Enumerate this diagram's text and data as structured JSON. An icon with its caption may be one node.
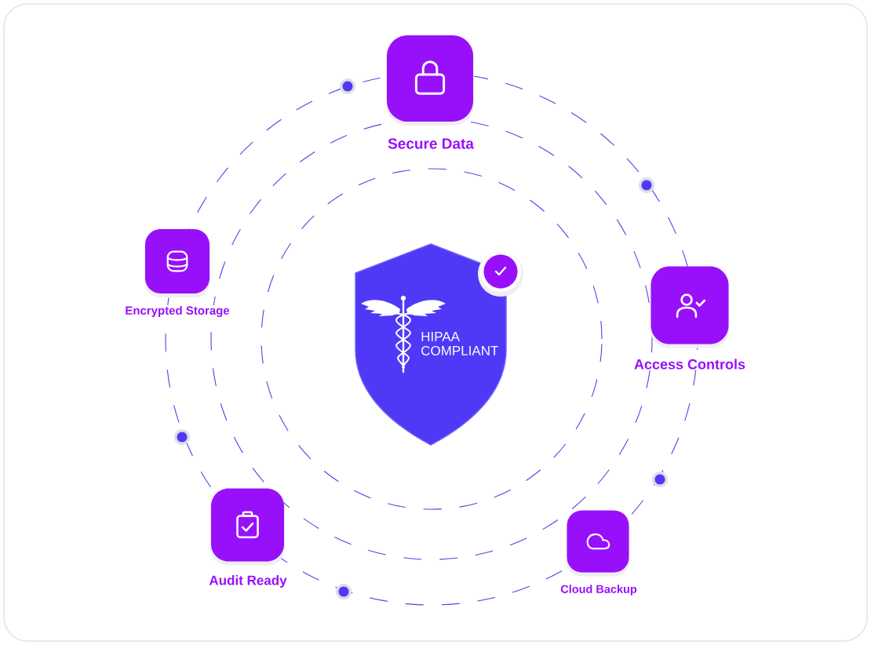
{
  "diagram": {
    "nodes": [
      {
        "text": [
          "Secure Data"
        ]
      },
      {
        "text": [
          "Encrypted Storage"
        ]
      },
      {
        "text": [
          "HIPAA COMPLIANT"
        ]
      },
      {
        "text": [
          "Access Controls"
        ]
      },
      {
        "text": [
          "Audit Ready"
        ]
      },
      {
        "text": [
          "Cloud Backup"
        ]
      }
    ]
  }
}
